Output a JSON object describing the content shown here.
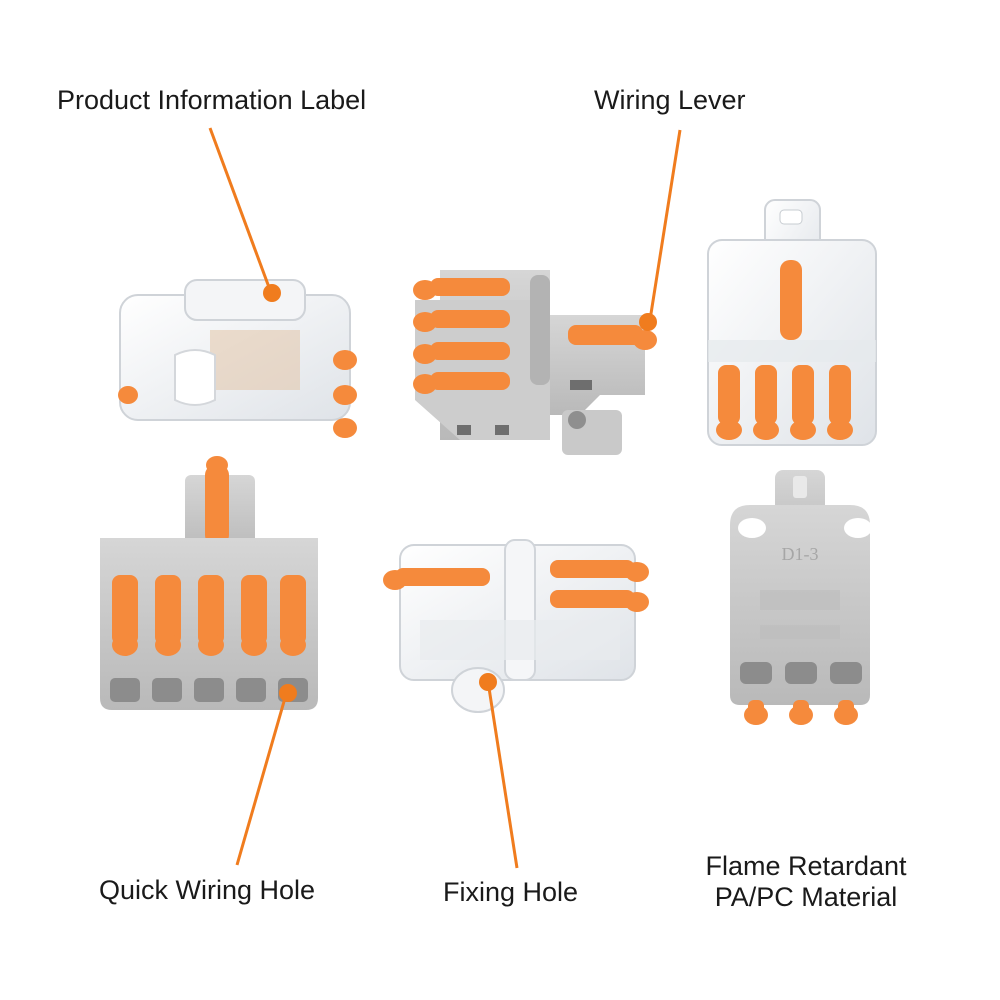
{
  "labels": {
    "product_info": "Product Information Label",
    "wiring_lever": "Wiring Lever",
    "quick_wiring_hole": "Quick Wiring Hole",
    "fixing_hole": "Fixing Hole",
    "material_line1": "Flame Retardant",
    "material_line2": "PA/PC Material"
  },
  "product_marking": {
    "model": "D1-3"
  },
  "colors": {
    "accent_orange": "#f07c1e",
    "lever_orange": "#f58a3c",
    "housing_gray": "#c8c8c8",
    "dark_gray": "#9a9a9a",
    "transparent_body": "#eef0f2",
    "text": "#1a1a1a"
  }
}
